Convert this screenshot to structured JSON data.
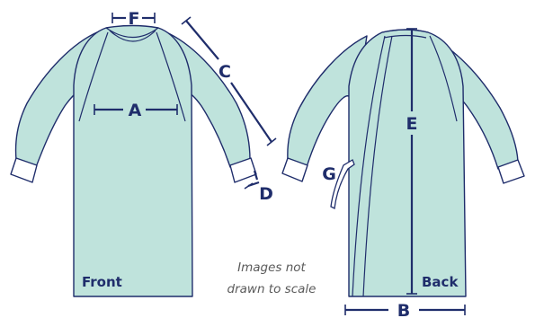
{
  "labels": {
    "front": "Front",
    "back": "Back",
    "note_line1": "Images not",
    "note_line2": "drawn to scale"
  },
  "dimensions": {
    "a": "A",
    "b": "B",
    "c": "C",
    "d": "D",
    "e": "E",
    "f": "F",
    "g": "G"
  },
  "colors": {
    "gown_fill": "#bfe3dc",
    "outline": "#1f2d6b",
    "cuff": "#ffffff"
  }
}
